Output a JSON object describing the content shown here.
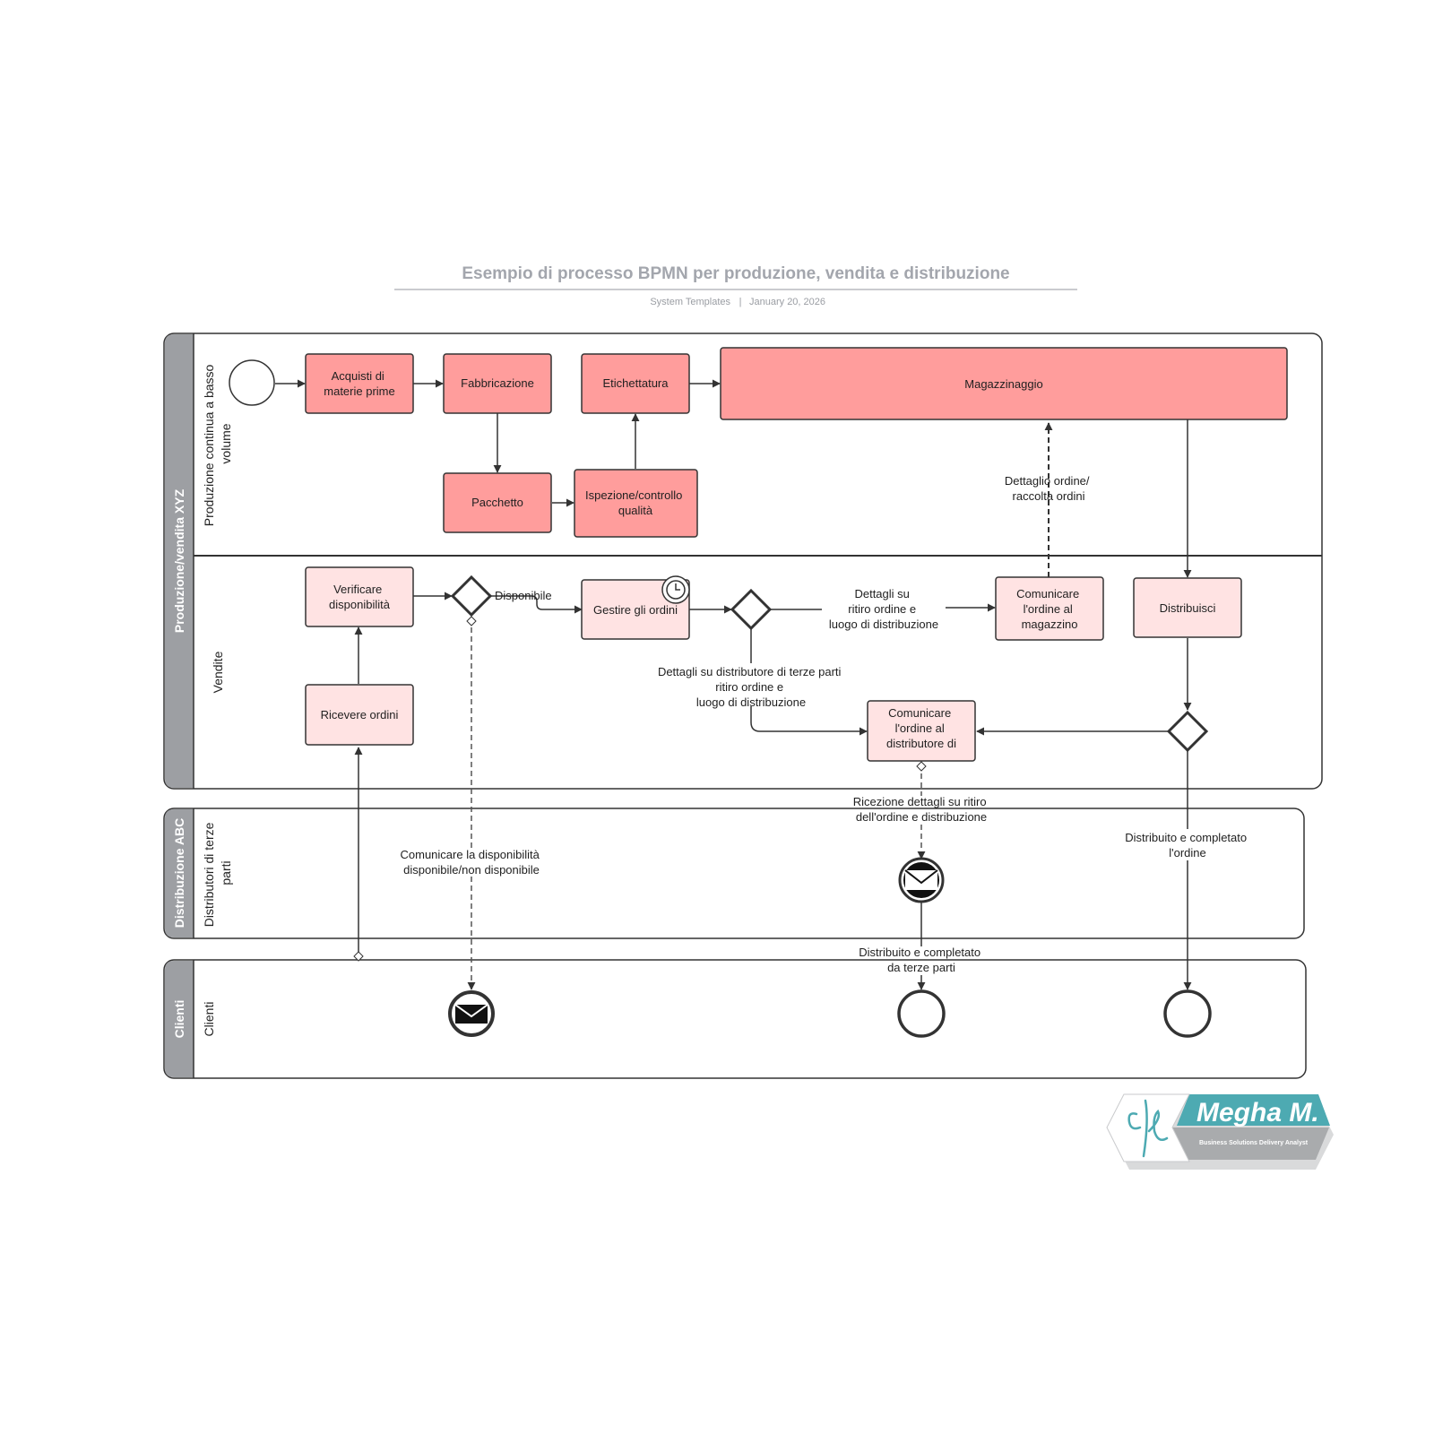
{
  "header": {
    "title": "Esempio di processo BPMN per produzione, vendita e distribuzione",
    "source": "System Templates",
    "separator": "|",
    "date": "January 20, 2026"
  },
  "pools": {
    "xyz": "Produzione/vendita XYZ",
    "abc": "Distribuzione ABC",
    "clienti": "Clienti"
  },
  "lanes": {
    "produzione": [
      "Produzione continua a basso",
      "volume"
    ],
    "vendite": "Vendite",
    "distributori": [
      "Distributori di terze",
      "parti"
    ],
    "clienti": "Clienti"
  },
  "tasks": {
    "acquisti": [
      "Acquisti di",
      "materie prime"
    ],
    "fabbricazione": [
      "Fabbricazione"
    ],
    "etichettatura": [
      "Etichettatura"
    ],
    "magazzinaggio": [
      "Magazzinaggio"
    ],
    "pacchetto": [
      "Pacchetto"
    ],
    "ispezione": [
      "Ispezione/controllo",
      "qualità"
    ],
    "verificare": [
      "Verificare",
      "disponibilità"
    ],
    "gestire": [
      "Gestire gli ordini"
    ],
    "comunicare_magazzino": [
      "Comunicare",
      "l'ordine al",
      "magazzino"
    ],
    "distribuisci": [
      "Distribuisci"
    ],
    "ricevere": [
      "Ricevere ordini"
    ],
    "comunicare_distributore": [
      "Comunicare",
      "l'ordine al",
      "distributore di"
    ]
  },
  "edge_labels": {
    "disponibile": [
      "Disponibile"
    ],
    "dettagli_ritiro": [
      "Dettagli su",
      "ritiro ordine e",
      "luogo di distribuzione"
    ],
    "dettagli_terze": [
      "Dettagli su distributore di terze parti",
      "ritiro ordine e",
      "luogo di distribuzione"
    ],
    "dettaglio_ordine": [
      "Dettaglio ordine/",
      "raccolta ordini"
    ],
    "ricezione": [
      "Ricezione dettagli su ritiro",
      "dell'ordine e distribuzione"
    ],
    "comunicare_disp": [
      "Comunicare la disponibilità",
      "disponibile/non disponibile"
    ],
    "distribuito_completato": [
      "Distribuito e completato",
      "l'ordine"
    ],
    "distribuito_terze": [
      "Distribuito e completato",
      "da terze parti"
    ]
  },
  "logo": {
    "name": "Megha M.",
    "tagline": "Business Solutions Delivery Analyst"
  },
  "colors": {
    "task_dark": "#ff9d9c",
    "task_light": "#ffe3e3",
    "pool_header": "#9d9fa3",
    "line": "#333333",
    "logo_teal": "#4daab2",
    "logo_gray": "#a9abad"
  }
}
